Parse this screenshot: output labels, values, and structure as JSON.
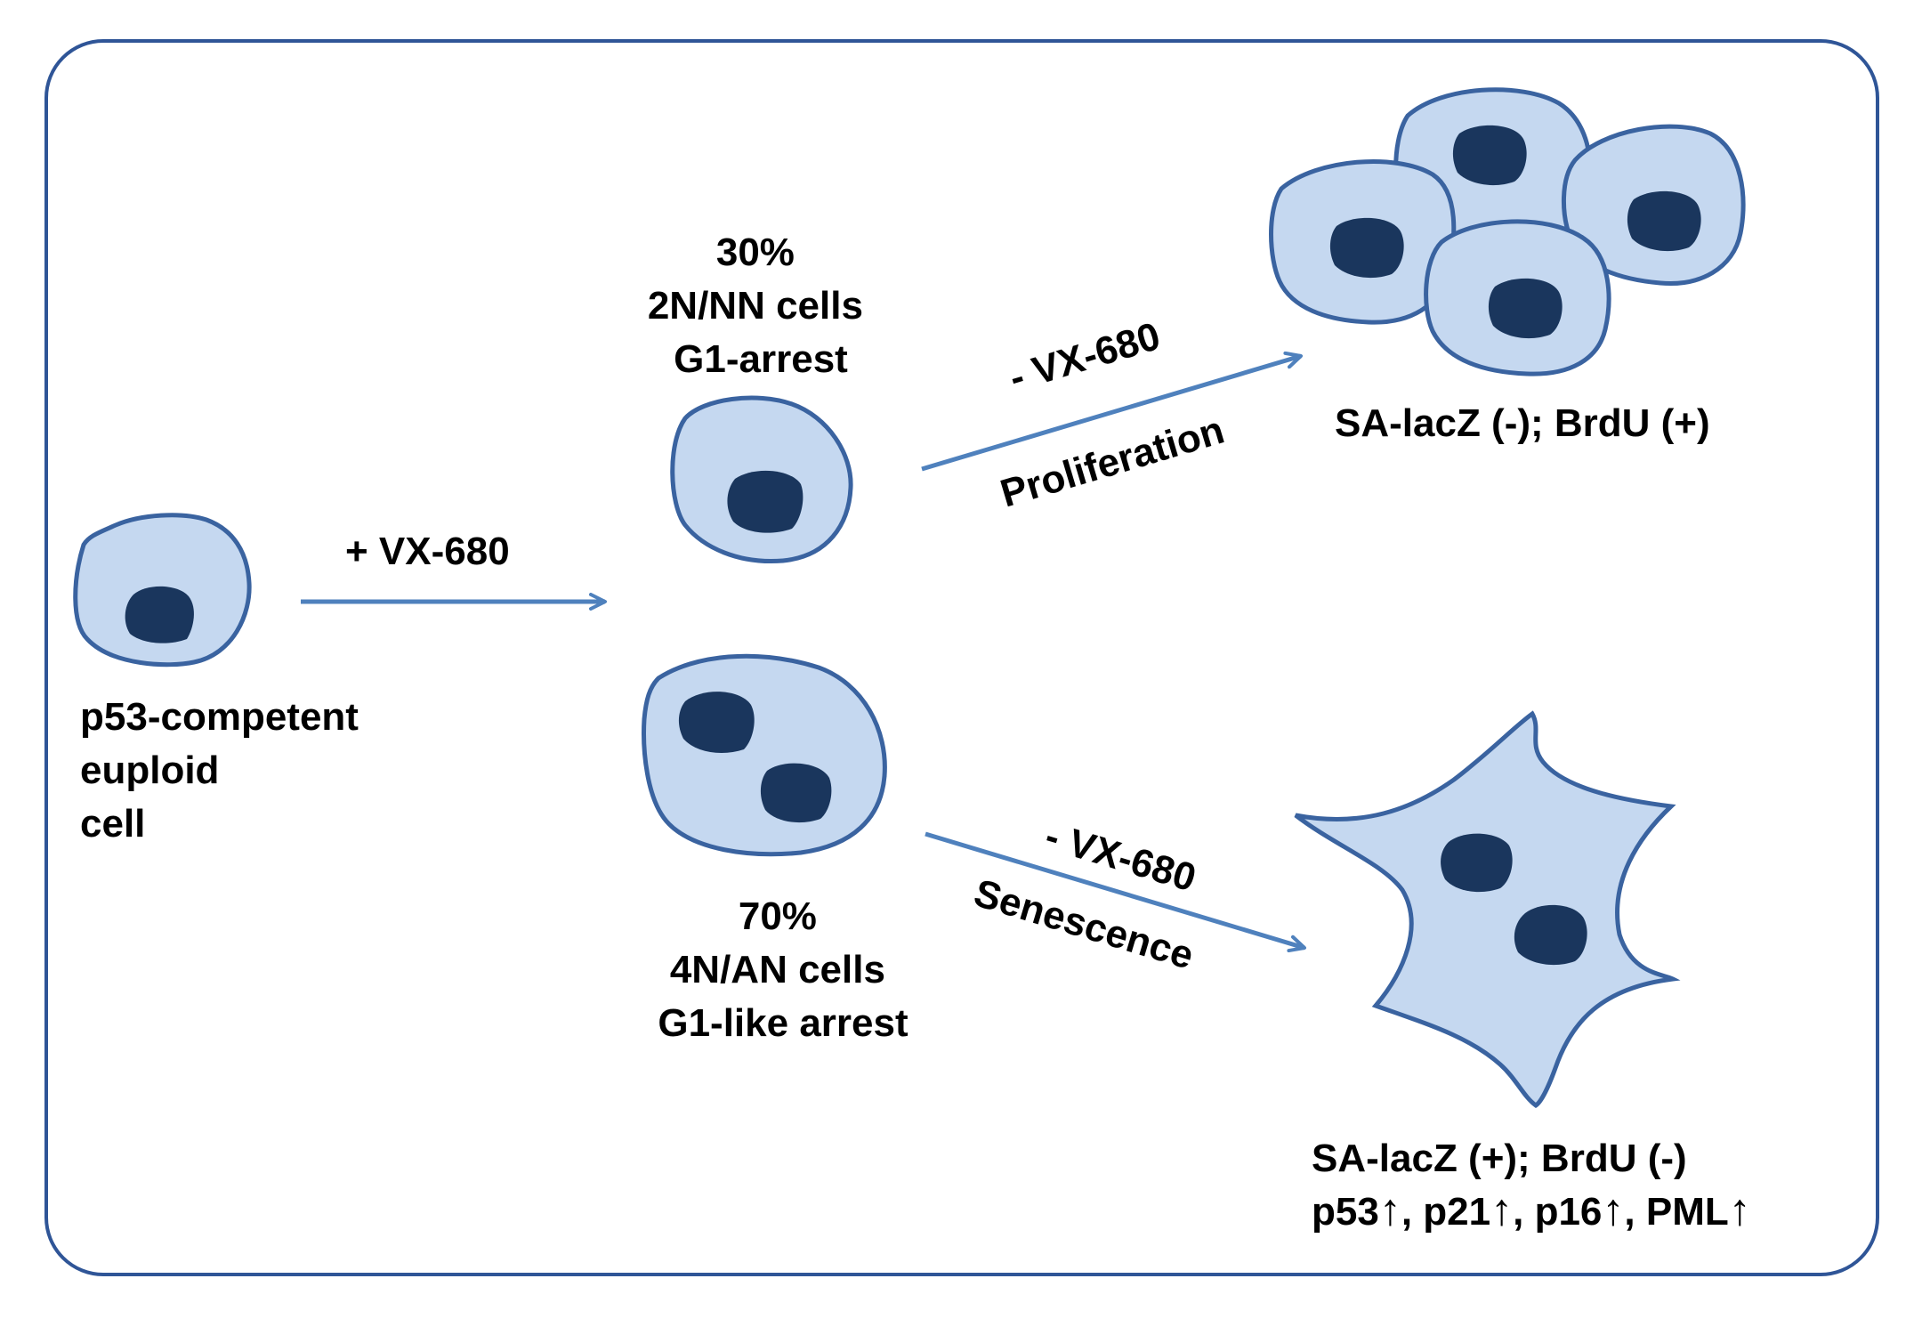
{
  "colors": {
    "frame": "#2f5597",
    "cell_fill": "#c5d8f0",
    "cell_stroke": "#3a63a0",
    "nucleus": "#1a365d",
    "arrow": "#4f81bd",
    "text": "#000000"
  },
  "start_cell": {
    "label_lines": [
      "p53-competent",
      "euploid",
      "cell"
    ]
  },
  "treatment_arrow": {
    "label": "+ VX-680"
  },
  "upper_population": {
    "label_lines": [
      "30%",
      "2N/NN cells",
      "G1-arrest"
    ]
  },
  "lower_population": {
    "label_lines": [
      "70%",
      "4N/AN cells",
      "G1-like arrest"
    ]
  },
  "upper_branch": {
    "top_label": "-  VX-680",
    "bottom_label": "Proliferation"
  },
  "lower_branch": {
    "top_label": "- VX-680",
    "bottom_label": "Senescence"
  },
  "proliferation_outcome": {
    "markers": "SA-lacZ (-); BrdU (+)"
  },
  "senescence_outcome": {
    "markers": "SA-lacZ (+); BrdU (-)",
    "upregulated": [
      {
        "name": "p53",
        "sep": ", "
      },
      {
        "name": "p21",
        "sep": ", "
      },
      {
        "name": "p16",
        "sep": ", "
      },
      {
        "name": "PML",
        "sep": ""
      }
    ]
  }
}
